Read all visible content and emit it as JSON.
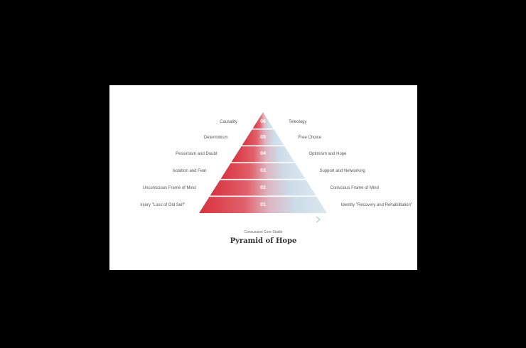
{
  "diagram": {
    "subtitle": "Concussion Core Studio",
    "title": "Pyramid of Hope",
    "levels": [
      {
        "number": "06",
        "left": "Causality",
        "right": "Teleology"
      },
      {
        "number": "05",
        "left": "Determinism",
        "right": "Free Choice"
      },
      {
        "number": "04",
        "left": "Pessimism and Doubt",
        "right": "Optimism and Hope"
      },
      {
        "number": "03",
        "left": "Isolation and Fear",
        "right": "Support and Networking"
      },
      {
        "number": "02",
        "left": "Unconscious Frame of Mind",
        "right": "Conscious Frame of Mind"
      },
      {
        "number": "01",
        "left": "Injury \"Loss of Old Self\"",
        "right": "Identity \"Recovery and Rehabilitation\""
      }
    ]
  },
  "colors": {
    "red": "#d9323d",
    "blue": "#c9dce8",
    "arrow_teal": "#8fc4c6"
  }
}
